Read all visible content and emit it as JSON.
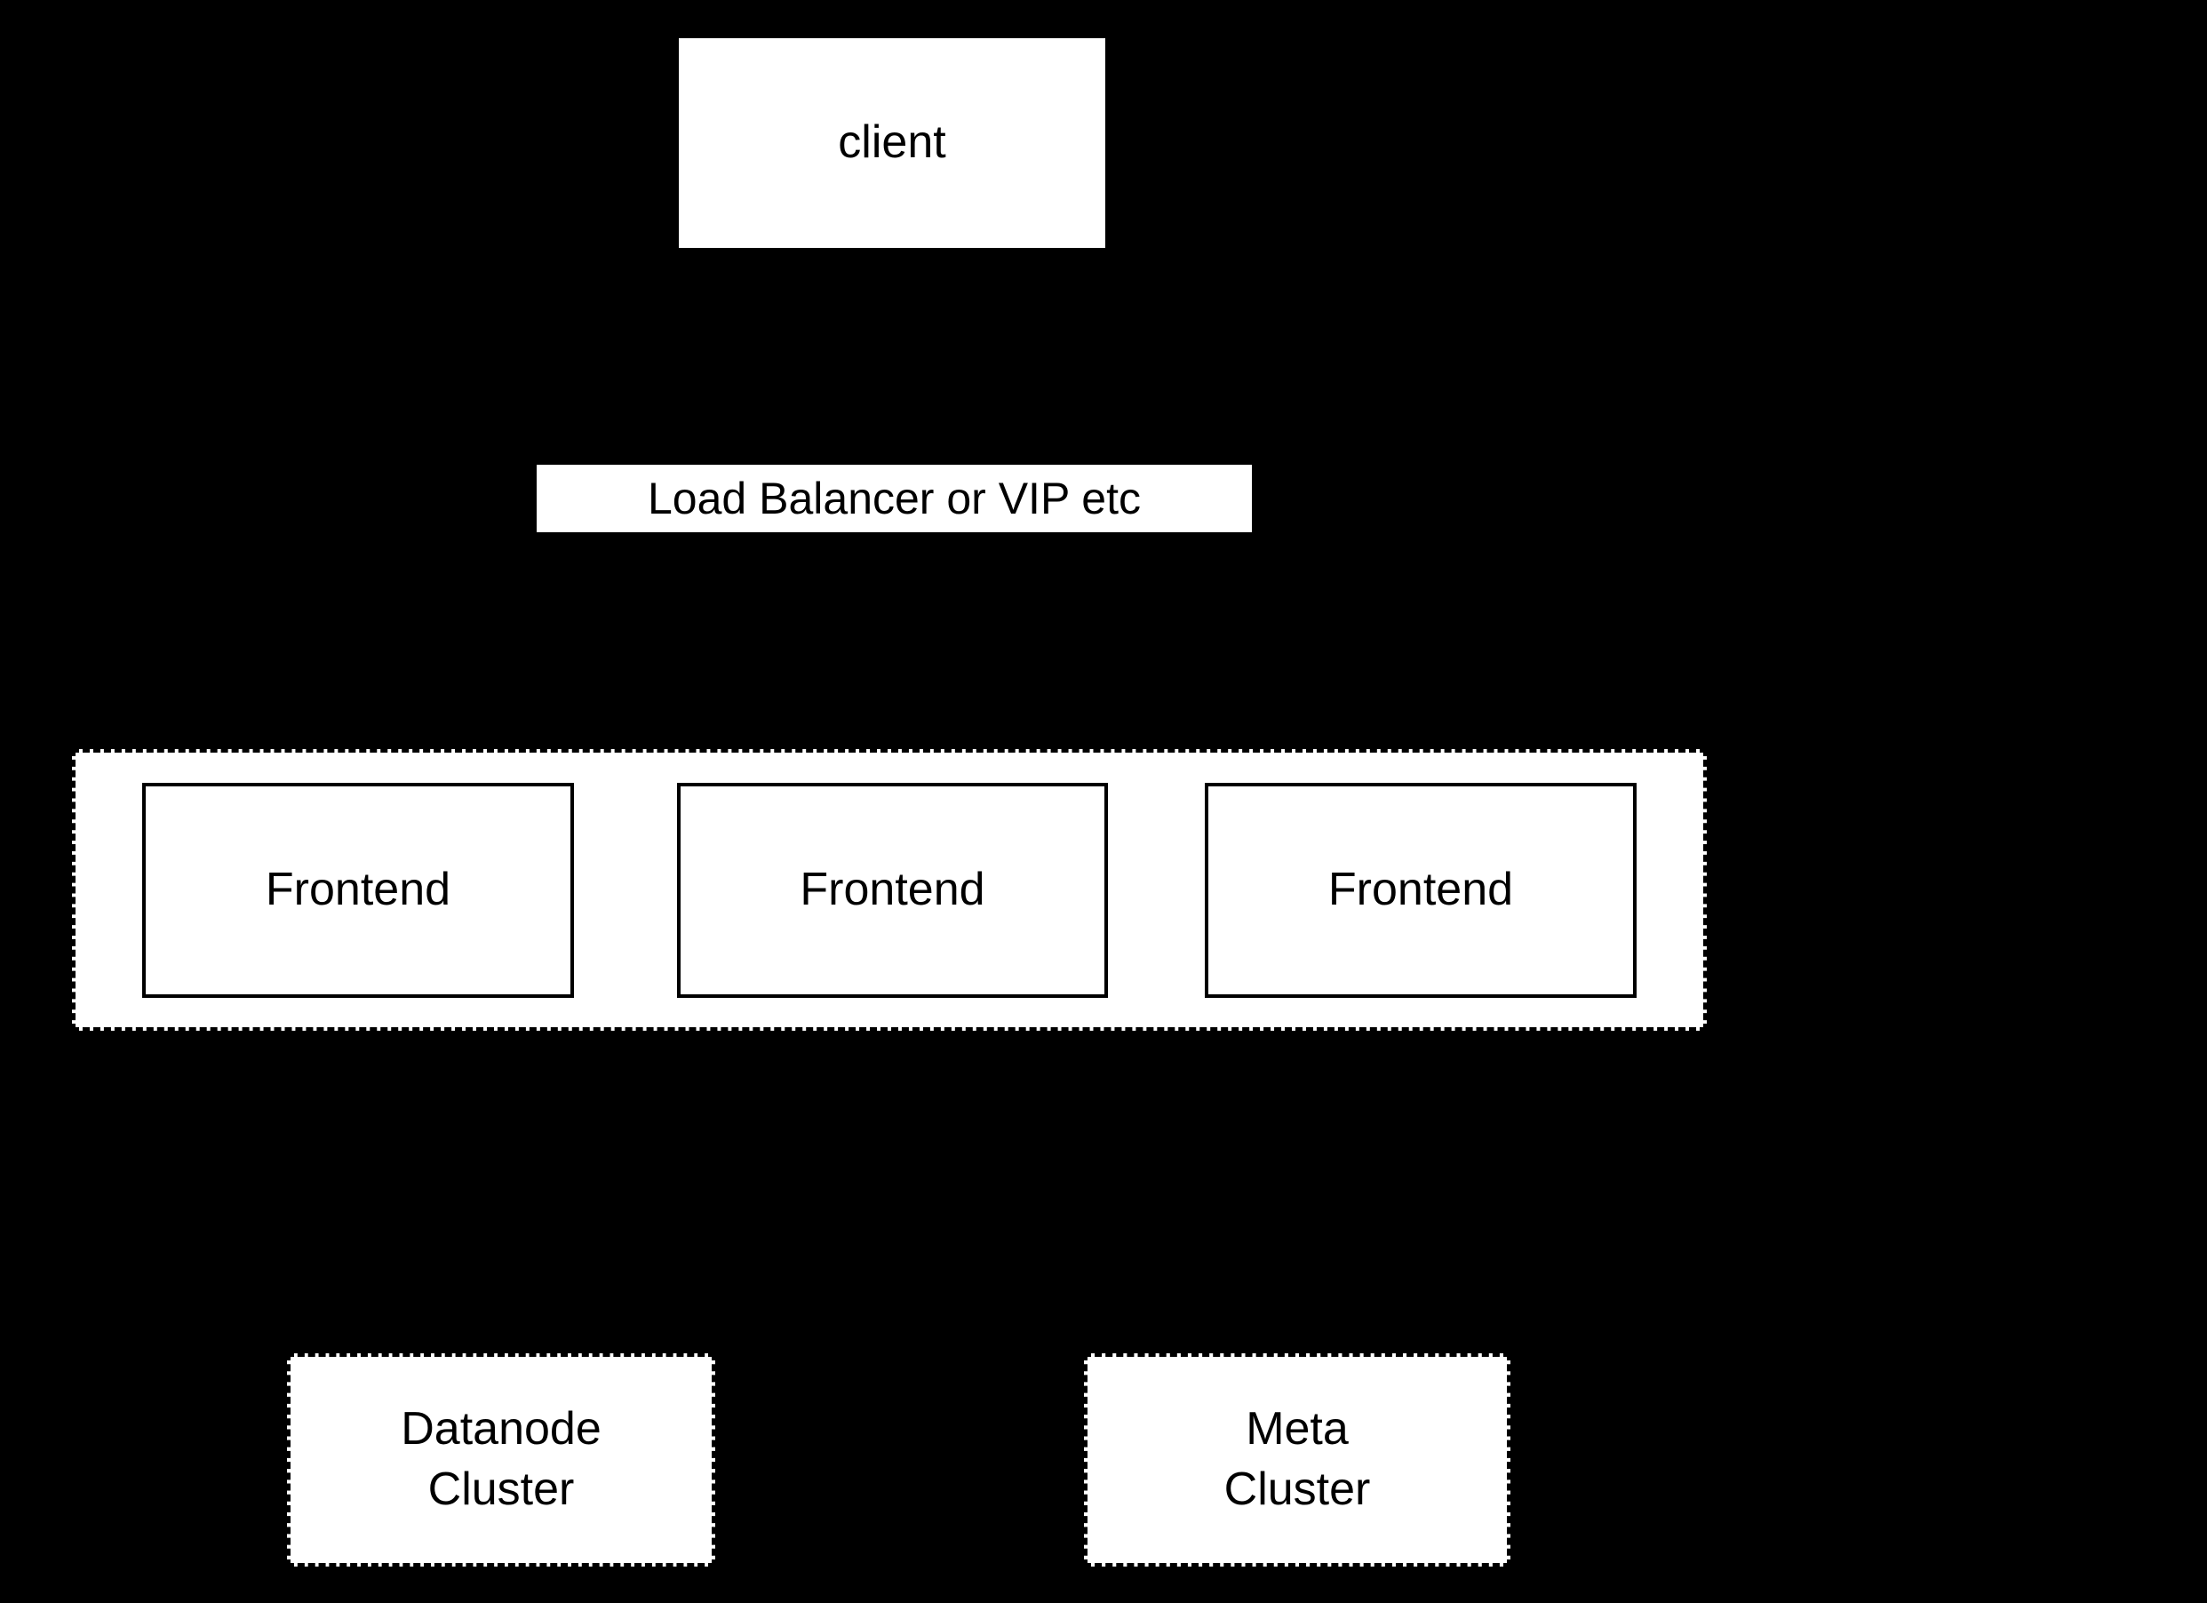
{
  "diagram": {
    "type": "architecture-diagram",
    "colors": {
      "background": "#000000",
      "node_fill": "#ffffff",
      "node_border": "#000000",
      "text": "#000000"
    },
    "nodes": {
      "client": {
        "label": "client"
      },
      "load_balancer": {
        "label": "Load Balancer or VIP etc"
      },
      "frontends": [
        {
          "label": "Frontend"
        },
        {
          "label": "Frontend"
        },
        {
          "label": "Frontend"
        }
      ],
      "datanode_cluster": {
        "label": "Datanode\nCluster"
      },
      "meta_cluster": {
        "label": "Meta\nCluster"
      }
    }
  }
}
